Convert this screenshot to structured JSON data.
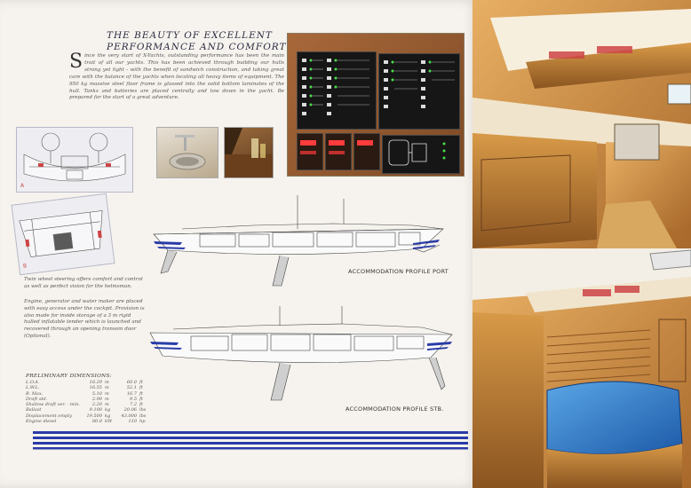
{
  "heading": {
    "line1": "THE BEAUTY OF EXCELLENT",
    "line2": "PERFORMANCE AND COMFORT"
  },
  "intro": {
    "dropcap": "S",
    "text": "ince the very start of X-Yachts, outstanding performance has been the main trait of all our yachts. This has been achieved through building our hulls strong yet light - with the benefit of sandwich construction, and taking great care with the balance of the yachts when locating all heavy items of equipment. The 950 kg massive steel floor frame is glassed into the solid bottom laminates of the hull. Tanks and batteries are placed centrally and low down in the yacht. Be prepared for the start of a great adventure."
  },
  "sketches": {
    "a_label": "A",
    "b_label": "B"
  },
  "captions": {
    "port": "ACCOMMODATION PROFILE PORT",
    "stb": "ACCOMMODATION PROFILE STB."
  },
  "steering_text": "Twin wheel steering offers comfort and control as well as perfect vision for the helmsman.",
  "engine_text": "Engine, generator and water maker are placed with easy access under the cockpit. Provision is also made for inside storage of a 3 m rigid hulled inflatable tender which is launched and recovered through an opening transom door (Optional).",
  "dimensions": {
    "title": "PRELIMINARY DIMENSIONS:",
    "rows": [
      {
        "label": "L.O.A.",
        "metric": "18.29",
        "metric_unit": "m",
        "imperial": "60.0",
        "imperial_unit": "ft"
      },
      {
        "label": "L.W.L.",
        "metric": "16.55",
        "metric_unit": "m",
        "imperial": "52.1",
        "imperial_unit": "ft"
      },
      {
        "label": "B. Max.",
        "metric": "5.10",
        "metric_unit": "m",
        "imperial": "16.7",
        "imperial_unit": "ft"
      },
      {
        "label": "Draft std.",
        "metric": "2.90",
        "metric_unit": "m",
        "imperial": "9.5",
        "imperial_unit": "ft"
      },
      {
        "label": "Shallow draft ver. - min.",
        "metric": "2.20",
        "metric_unit": "m",
        "imperial": "7.2",
        "imperial_unit": "ft"
      },
      {
        "label": "Ballast",
        "metric": "9.100",
        "metric_unit": "kg",
        "imperial": "20.06",
        "imperial_unit": "lbs"
      },
      {
        "label": "Displacement empty",
        "metric": "19.500",
        "metric_unit": "kg",
        "imperial": "43.000",
        "imperial_unit": "lbs"
      },
      {
        "label": "Engine diesel",
        "metric": "80.0",
        "metric_unit": "kW",
        "imperial": "110",
        "imperial_unit": "hp"
      }
    ]
  },
  "colors": {
    "stripe_blue": "#2a3ca8",
    "wood": "#c98e40",
    "cushion": "#2f7fc8"
  }
}
